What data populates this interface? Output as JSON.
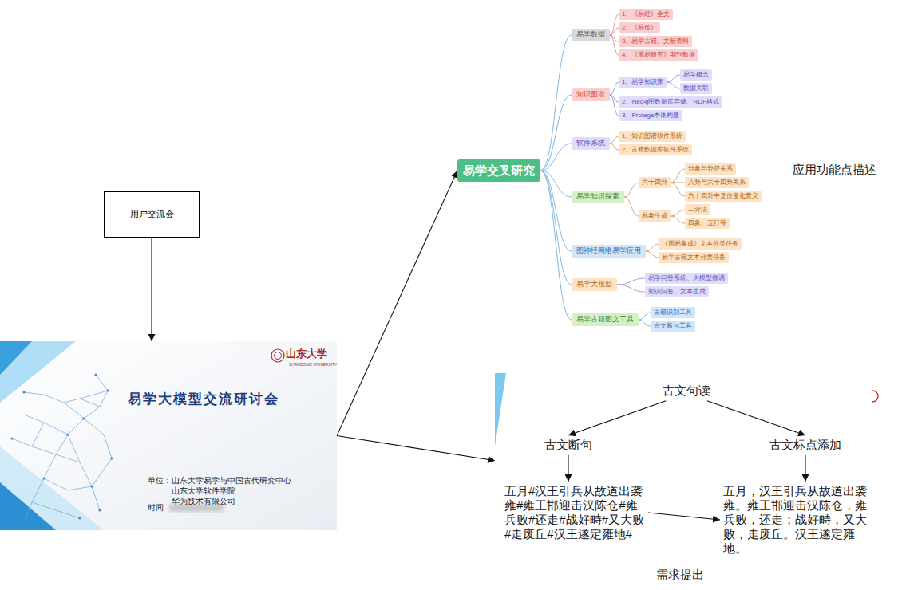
{
  "diagram": {
    "nodes": [
      {
        "text": [
          "用户交流会"
        ]
      },
      {
        "text": [
          "山东大学",
          "SHANDONG UNIVERSITY",
          "易学大模型交流研讨会",
          "单位：山东大学易学与中国古代研究中心 山东大学软件学院 华为技术有限公司",
          "时间"
        ]
      },
      {
        "text": [
          "易学交叉研究"
        ]
      },
      {
        "text": [
          "易学数据"
        ]
      },
      {
        "text": [
          "1、《易经》全文"
        ]
      },
      {
        "text": [
          "2、《易传》"
        ]
      },
      {
        "text": [
          "3、易学古籍、文献资料"
        ]
      },
      {
        "text": [
          "4、《周易研究》期刊数据"
        ]
      },
      {
        "text": [
          "知识图谱"
        ]
      },
      {
        "text": [
          "1、易学知识库"
        ]
      },
      {
        "text": [
          "易学概念"
        ]
      },
      {
        "text": [
          "数据关联"
        ]
      },
      {
        "text": [
          "2、Neo4j图数据库存储、RDF格式"
        ]
      },
      {
        "text": [
          "3、Protege本体构建"
        ]
      },
      {
        "text": [
          "软件系统"
        ]
      },
      {
        "text": [
          "1、知识图谱软件系统"
        ]
      },
      {
        "text": [
          "2、古籍数据库软件系统"
        ]
      },
      {
        "text": [
          "易学知识探索"
        ]
      },
      {
        "text": [
          "六十四卦"
        ]
      },
      {
        "text": [
          "卦象与卦辞关系"
        ]
      },
      {
        "text": [
          "八卦与六十四卦关系"
        ]
      },
      {
        "text": [
          "六十四卦中爻位变化意义"
        ]
      },
      {
        "text": [
          "易象生成"
        ]
      },
      {
        "text": [
          "二分法"
        ]
      },
      {
        "text": [
          "四象、五行等"
        ]
      },
      {
        "text": [
          "图神经网络易学应用"
        ]
      },
      {
        "text": [
          "《周易集成》文本分类任务"
        ]
      },
      {
        "text": [
          "易学古籍文本分类任务"
        ]
      },
      {
        "text": [
          "易学大模型"
        ]
      },
      {
        "text": [
          "易学问答系统、大模型微调"
        ]
      },
      {
        "text": [
          "知识问答、文本生成"
        ]
      },
      {
        "text": [
          "易学古籍图文工具"
        ]
      },
      {
        "text": [
          "古籍识别工具"
        ]
      },
      {
        "text": [
          "古文断句工具"
        ]
      },
      {
        "text": [
          "需求提出"
        ]
      },
      {
        "text": [
          "古文句读"
        ],
        "in": 34
      },
      {
        "text": [
          "古文断句"
        ],
        "in": 34
      },
      {
        "text": [
          "古文标点添加"
        ],
        "in": 34
      },
      {
        "text": [
          "五月#汉王引兵从故道出袭雍#雍王邯迎击汉陈仓#雍兵败#还走#战好畤#又大败#走废丘#汉王遂定雍地#"
        ],
        "in": 34
      },
      {
        "text": [
          "五月，汉王引兵从故道出袭雍。雍王邯迎击汉陈仓，雍兵败，还走；战好畤，又大败，走废丘。汉王遂定雍地。"
        ],
        "in": 34
      }
    ],
    "edges": [
      {
        "from": 0,
        "to": 1,
        "arrow": "to"
      },
      {
        "from": 1,
        "to": 2,
        "arrow": "to"
      },
      {
        "from": 1,
        "to": 34,
        "arrow": "to"
      },
      {
        "from": 2,
        "to": 3,
        "arrow": "none"
      },
      {
        "from": 2,
        "to": 8,
        "arrow": "none"
      },
      {
        "from": 2,
        "to": 14,
        "arrow": "none"
      },
      {
        "from": 2,
        "to": 17,
        "arrow": "none"
      },
      {
        "from": 2,
        "to": 25,
        "arrow": "none"
      },
      {
        "from": 2,
        "to": 28,
        "arrow": "none"
      },
      {
        "from": 2,
        "to": 31,
        "arrow": "none"
      },
      {
        "from": 3,
        "to": 4,
        "arrow": "none"
      },
      {
        "from": 3,
        "to": 5,
        "arrow": "none"
      },
      {
        "from": 3,
        "to": 6,
        "arrow": "none"
      },
      {
        "from": 3,
        "to": 7,
        "arrow": "none"
      },
      {
        "from": 8,
        "to": 9,
        "arrow": "none"
      },
      {
        "from": 9,
        "to": 10,
        "arrow": "none"
      },
      {
        "from": 9,
        "to": 11,
        "arrow": "none"
      },
      {
        "from": 8,
        "to": 12,
        "arrow": "none"
      },
      {
        "from": 8,
        "to": 13,
        "arrow": "none"
      },
      {
        "from": 14,
        "to": 15,
        "arrow": "none"
      },
      {
        "from": 14,
        "to": 16,
        "arrow": "none"
      },
      {
        "from": 17,
        "to": 18,
        "arrow": "none"
      },
      {
        "from": 18,
        "to": 19,
        "arrow": "none"
      },
      {
        "from": 18,
        "to": 20,
        "arrow": "none"
      },
      {
        "from": 18,
        "to": 21,
        "arrow": "none"
      },
      {
        "from": 17,
        "to": 22,
        "arrow": "none"
      },
      {
        "from": 22,
        "to": 23,
        "arrow": "none"
      },
      {
        "from": 22,
        "to": 24,
        "arrow": "none"
      },
      {
        "from": 25,
        "to": 26,
        "arrow": "none"
      },
      {
        "from": 25,
        "to": 27,
        "arrow": "none"
      },
      {
        "from": 28,
        "to": 29,
        "arrow": "none"
      },
      {
        "from": 28,
        "to": 30,
        "arrow": "none"
      },
      {
        "from": 31,
        "to": 32,
        "arrow": "none"
      },
      {
        "from": 31,
        "to": 33,
        "arrow": "none"
      },
      {
        "from": 35,
        "to": 36,
        "arrow": "to"
      },
      {
        "from": 35,
        "to": 37,
        "arrow": "to"
      },
      {
        "from": 36,
        "to": 38,
        "arrow": "to"
      },
      {
        "from": 37,
        "to": 39,
        "arrow": "to"
      },
      {
        "from": 38,
        "to": 39,
        "arrow": "to"
      }
    ],
    "labels": [
      "应用功能点描述"
    ]
  }
}
